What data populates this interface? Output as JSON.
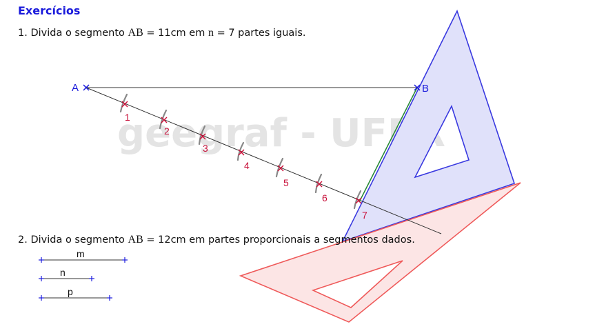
{
  "header": {
    "title": "Exercícios"
  },
  "exercise1": {
    "number": "1.",
    "text_before": "Divida o segmento",
    "segment": "AB",
    "text_mid": "= 11cm em",
    "n_var": "n",
    "text_after": "= 7 partes iguais."
  },
  "exercise2": {
    "number": "2.",
    "text_before": "Divida o segmento",
    "segment": "AB",
    "text_after": "= 12cm em partes proporcionais a segmentos dados."
  },
  "diagram": {
    "point_a": "A",
    "point_b": "B",
    "division_labels": [
      "1",
      "2",
      "3",
      "4",
      "5",
      "6",
      "7"
    ],
    "watermark": "geegraf - UFPR",
    "given_segments": [
      "m",
      "n",
      "p"
    ],
    "colors": {
      "main_line": "#333333",
      "point_marks": "#1a1adb",
      "division_marks": "#d0103a",
      "arc_marks": "#888888",
      "square_fill": "#e0e1fa",
      "square_stroke": "#3a3ae0",
      "triangle_fill": "#fbe0e0",
      "triangle_stroke": "#ef5a5a",
      "parallel_line": "#2a8a3a",
      "watermark": "#e4e4e4"
    }
  }
}
